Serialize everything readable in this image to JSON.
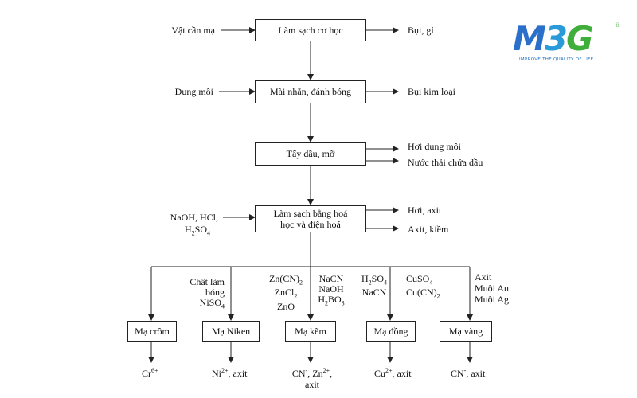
{
  "logo": {
    "letter_m": "M",
    "letter_3": "3",
    "letter_g": "G",
    "tagline": "IMPROVE THE QUALITY OF LIFE",
    "registered": "®",
    "colors": {
      "blue": "#2a6fc9",
      "green": "#3fae3a"
    }
  },
  "flow": {
    "step1": {
      "label": "Làm sạch cơ học",
      "input": "Vật cần mạ",
      "output": "Bụi, gỉ"
    },
    "step2": {
      "label": "Mài nhẵn, đánh bóng",
      "input": "Dung môi",
      "output": "Bụi kim loại"
    },
    "step3": {
      "label": "Tẩy dầu, mỡ",
      "output1": "Hơi dung môi",
      "output2": "Nước thải chứa dầu"
    },
    "step4": {
      "label_line1": "Làm sạch bằng hoá",
      "label_line2": "học và điện hoá",
      "input_line1": "NaOH, HCl,",
      "input_line2": "H2SO4",
      "output1": "Hơi, axit",
      "output2": "Axit, kiềm"
    }
  },
  "branches": [
    {
      "label": "Mạ crôm",
      "output": "Cr6+",
      "inputs": []
    },
    {
      "label": "Mạ Niken",
      "output": "Ni2+, axit",
      "inputs": [
        "Chất làm",
        "bóng",
        "NiSO4"
      ]
    },
    {
      "label": "Mạ kẽm",
      "output_line1": "CN-, Zn2+,",
      "output_line2": "axit",
      "inputs_left": [
        "Zn(CN)2",
        "ZnCl2",
        "ZnO"
      ],
      "inputs_right": [
        "NaCN",
        "NaOH",
        "H2BO3"
      ]
    },
    {
      "label": "Mạ đồng",
      "output": "Cu2+, axit",
      "inputs_left": [
        "H2SO4",
        "NaCN"
      ],
      "inputs_right": [
        "CuSO4",
        "Cu(CN)2"
      ]
    },
    {
      "label": "Mạ vàng",
      "output": "CN-, axit",
      "inputs": [
        "Axit",
        "Muội Au",
        "Muội Ag"
      ]
    }
  ]
}
